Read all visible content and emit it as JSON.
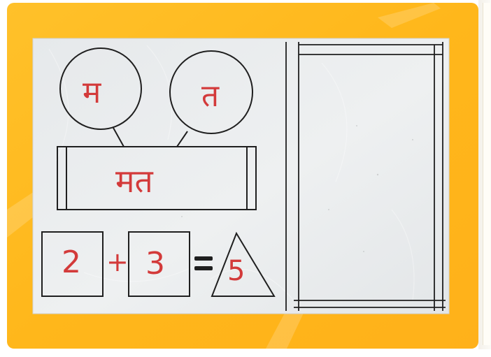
{
  "photo": {
    "description_colors": {
      "board_yellow": "#ffb81a",
      "paper_white": "#e9ecee",
      "ink_black": "#1b1b1b",
      "ink_red": "#d23a3a"
    },
    "text": {
      "letter_left_circle": "म",
      "letter_right_circle": "त",
      "word_in_box": "मत",
      "eq_left": "2",
      "eq_plus": "+",
      "eq_right": "3",
      "eq_equals": "=",
      "eq_result": "5"
    }
  }
}
